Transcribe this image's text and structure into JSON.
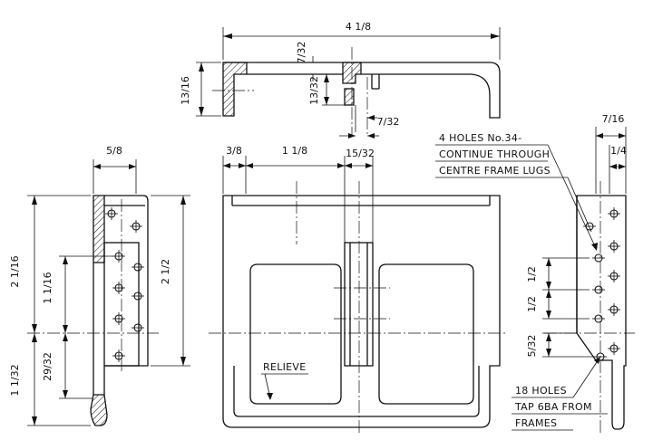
{
  "dims": {
    "overall_width": "4 1/8",
    "top_height": "13/16",
    "top_depth": "13/32",
    "lug_7_32_top": "7/32",
    "lug_7_32_right": "7/32",
    "lug_15_32": "15/32",
    "front_3_8": "3/8",
    "front_1_1_8": "1 1/8",
    "left_5_8": "5/8",
    "left_2_1_16": "2 1/16",
    "left_1_1_16": "1 1/16",
    "left_11_1_32": "1 1/32",
    "left_29_32": "29/32",
    "left_2_1_2": "2 1/2",
    "right_7_16": "7/16",
    "right_1_4": "1/4",
    "right_1_2_a": "1/2",
    "right_1_2_b": "1/2",
    "right_5_32": "5/32"
  },
  "notes": {
    "holes_34_line1": "4 HOLES No.34-",
    "holes_34_line2": "CONTINUE THROUGH",
    "holes_34_line3": "CENTRE FRAME LUGS",
    "relieve": "RELIEVE",
    "holes_18_line1": "18 HOLES",
    "holes_18_line2": "TAP 6BA FROM",
    "holes_18_line3": "FRAMES"
  }
}
